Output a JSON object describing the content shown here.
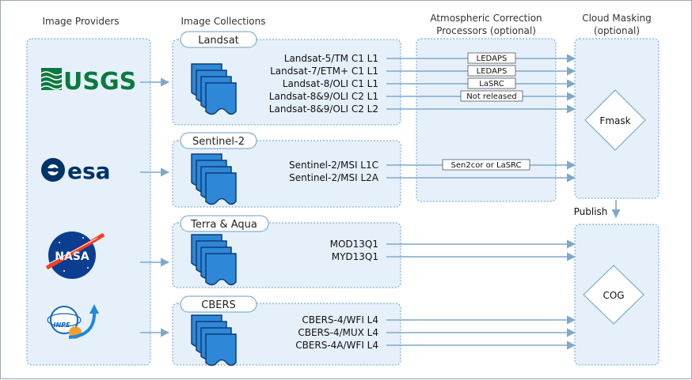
{
  "headers": {
    "providers": "Image Providers",
    "collections": "Image Collections",
    "atmos_line1": "Atmospheric Correction",
    "atmos_line2": "Processors (optional)",
    "cloud_line1": "Cloud Masking",
    "cloud_line2": "(optional)"
  },
  "providers": [
    {
      "name": "usgs",
      "label": "USGS"
    },
    {
      "name": "esa",
      "label": "esa"
    },
    {
      "name": "nasa",
      "label": "NASA"
    },
    {
      "name": "inpe",
      "label": "INPE"
    }
  ],
  "collections": [
    {
      "title": "Landsat",
      "products": [
        "Landsat-5/TM C1 L1",
        "Landsat-7/ETM+ C1 L1",
        "Landsat-8/OLI C1 L1",
        "Landsat-8&9/OLI C2 L1",
        "Landsat-8&9/OLI C2 L2"
      ]
    },
    {
      "title": "Sentinel-2",
      "products": [
        "Sentinel-2/MSI L1C",
        "Sentinel-2/MSI L2A"
      ]
    },
    {
      "title": "Terra & Aqua",
      "products": [
        "MOD13Q1",
        "MYD13Q1"
      ]
    },
    {
      "title": "CBERS",
      "products": [
        "CBERS-4/WFI L4",
        "CBERS-4/MUX L4",
        "CBERS-4A/WFI L4"
      ]
    }
  ],
  "processors": [
    "LEDAPS",
    "LEDAPS",
    "LaSRC",
    "Not released",
    "Sen2cor or LaSRC"
  ],
  "fmask_label": "Fmask",
  "publish_label": "Publish",
  "cog_label": "COG",
  "colors": {
    "box_fill": "#e6f0fa",
    "box_stroke": "#6a9ec9",
    "arrow": "#7fa9cc",
    "usgs_green": "#0a7a3e",
    "esa_blue": "#003366",
    "nasa_blue": "#0b3d91",
    "nasa_red": "#fc3d21"
  }
}
